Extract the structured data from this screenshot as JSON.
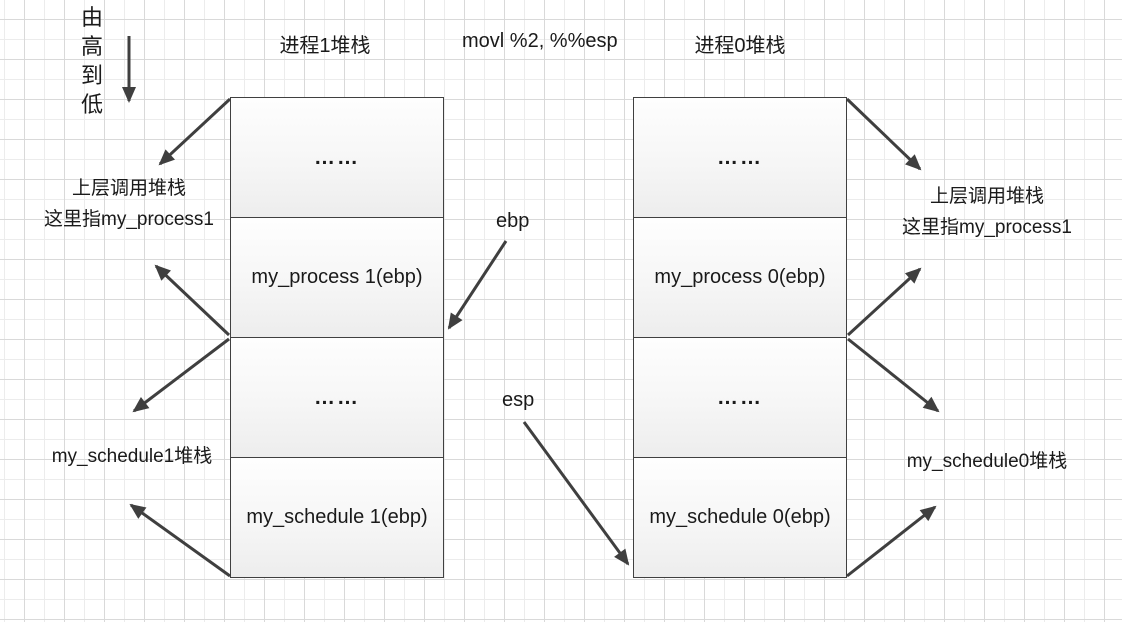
{
  "header": {
    "direction_note": "由高到低",
    "instruction": "movl %2, %%esp"
  },
  "left_stack": {
    "title": "进程1堆栈",
    "cells": [
      "……",
      "my_process 1(ebp)",
      "……",
      "my_schedule 1(ebp)"
    ],
    "caller_label_line1": "上层调用堆栈",
    "caller_label_line2": "这里指my_process1",
    "schedule_label": "my_schedule1堆栈"
  },
  "right_stack": {
    "title": "进程0堆栈",
    "cells": [
      "……",
      "my_process 0(ebp)",
      "……",
      "my_schedule 0(ebp)"
    ],
    "caller_label_line1": "上层调用堆栈",
    "caller_label_line2": "这里指my_process1",
    "schedule_label": "my_schedule0堆栈"
  },
  "registers": {
    "ebp": "ebp",
    "esp": "esp"
  },
  "colors": {
    "arrow": "#3f3f3f",
    "box_border": "#404040",
    "grid_minor": "#ececec",
    "grid_major": "#d9d9d9",
    "cell_fill_top": "#fefefe",
    "cell_fill_bottom": "#ededed"
  }
}
